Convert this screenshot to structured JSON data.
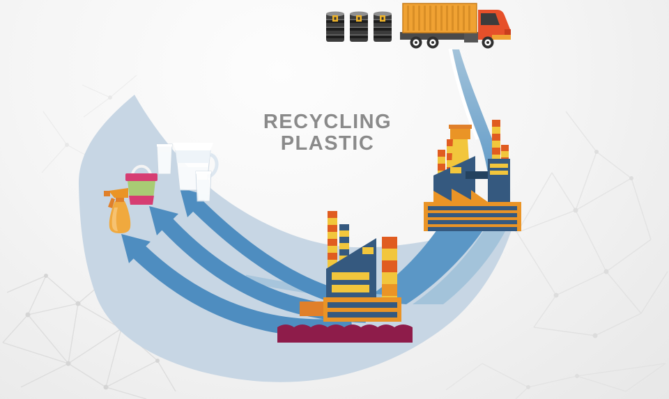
{
  "title": {
    "line1": "RECYCLING",
    "line2": "PLASTIC"
  },
  "diagram": {
    "type": "cycle-infographic",
    "stages": [
      {
        "name": "crude-oil-barrels",
        "icon": "oil-barrel-icon",
        "count": 3
      },
      {
        "name": "transport-truck",
        "icon": "cargo-truck-icon"
      },
      {
        "name": "oil-refinery",
        "icon": "refinery-factory-icon"
      },
      {
        "name": "recycling-plant",
        "icon": "recycling-factory-icon"
      },
      {
        "name": "plastic-products",
        "icons": [
          "spray-bottle-icon",
          "bucket-icon",
          "water-glass-icon",
          "water-pitcher-icon",
          "water-glass-icon"
        ]
      }
    ]
  },
  "colors": {
    "crescent": "#c7d6e4",
    "band_mid": "#5b97c6",
    "band_light": "#a3c3da",
    "arrow_blue": "#4e8dc0",
    "navy": "#35597f",
    "navy_dark": "#24425f",
    "orange": "#ea9426",
    "orange_dark": "#e0802a",
    "yellow": "#f2c63c",
    "chimney_red": "#e05c20",
    "maroon": "#8e1c4a",
    "truck_red": "#e6502a",
    "truck_red_dark": "#c93d1c",
    "truck_orange": "#f0a233",
    "truck_orange_dark": "#d98e26",
    "chassis_gray": "#4a4a4a",
    "wheel_dark": "#2f2f2f",
    "barrel_body": "#3b3b3b",
    "barrel_top": "#909090",
    "barrel_rib": "#1d1d1d",
    "barrel_highlight": "#6e6e6e",
    "barrel_label": "#f0b429",
    "bucket_pink": "#d63d72",
    "bucket_green": "#a8cc74",
    "handle_white": "#f4f4f4",
    "spray_body": "#f0a93e",
    "glass_white": "#ffffff",
    "glass_stroke": "#c9d6e2",
    "water": "#f7fafc",
    "title_gray": "#8a8a8a",
    "net_line": "#d9d9d9",
    "net_node": "#cfcfcf"
  }
}
